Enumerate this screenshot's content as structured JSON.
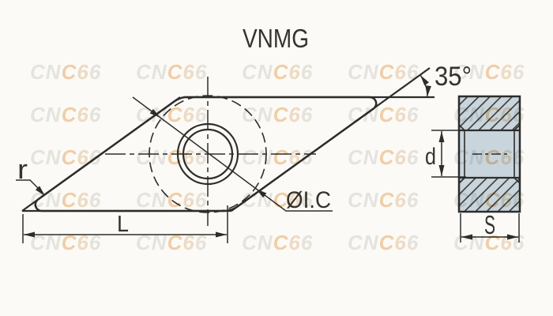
{
  "title": "VNMG",
  "colors": {
    "background": "#fbfaf7",
    "insert_fill": "#c9d5dd",
    "line_color": "#2e2d2a",
    "text_color": "#35332f"
  },
  "front_view": {
    "angle_label": "35°",
    "corner_radius_label": "r",
    "length_label": "L",
    "inscribed_circle_label": "ØI.C"
  },
  "side_view": {
    "hole_diameter_label": "d",
    "thickness_label": "S"
  },
  "watermark": {
    "text": "CNC66",
    "char_colors": [
      "#e8e8e6",
      "#e8e8e6",
      "#f4d2ad",
      "#f1e0ca",
      "#eae7e1"
    ],
    "rows": [
      78,
      132,
      186,
      240,
      294
    ],
    "cols": [
      38,
      172,
      306,
      440,
      574
    ]
  }
}
